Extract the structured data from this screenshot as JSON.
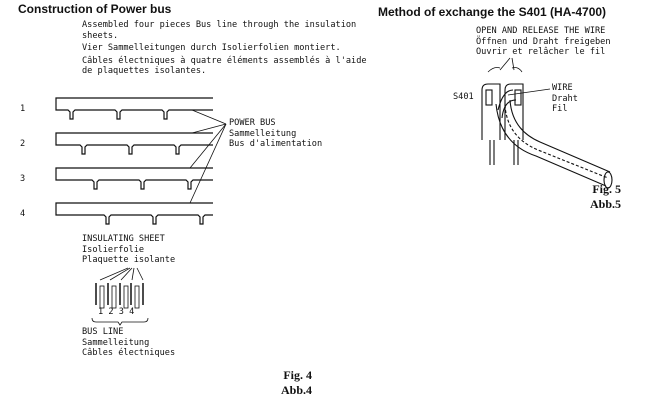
{
  "fig4": {
    "title": "Construction of Power bus",
    "description": [
      "Assembled four pieces Bus line through the insulation",
      "sheets.",
      "Vier Sammelleitungen durch Isolierfolien montiert.",
      "Câbles électniques à quatre éléments assemblés à l'aide",
      "de plaquettes isolantes."
    ],
    "row_labels": [
      "1",
      "2",
      "3",
      "4"
    ],
    "power_bus": [
      "POWER BUS",
      "Sammelleitung",
      "Bus d'alimentation"
    ],
    "insulating_sheet": [
      "INSULATING SHEET",
      "Isolierfolie",
      "Plaquette isolante"
    ],
    "bus_numbers": [
      "1",
      "2",
      "3",
      "4"
    ],
    "bus_line": [
      "BUS LINE",
      "Sammelleitung",
      "Câbles électniques"
    ],
    "caption": [
      "Fig. 4",
      "Abb.4"
    ]
  },
  "fig5": {
    "title": "Method of exchange the S401  (HA-4700)",
    "open_release": [
      "OPEN AND RELEASE THE WIRE",
      "Öffnen und Draht freigeben",
      "Ouvrir et relâcher le fil"
    ],
    "part_label": "S401",
    "wire": [
      "WIRE",
      "Draht",
      "Fil"
    ],
    "caption": [
      "Fig. 5",
      "Abb.5"
    ]
  }
}
